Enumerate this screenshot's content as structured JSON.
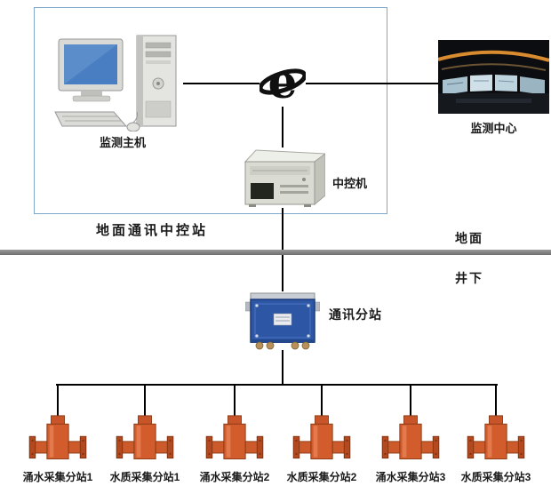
{
  "diagram": {
    "surface_section": {
      "box_label": "地面通讯中控站",
      "host_label": "监测主机",
      "center_label": "监测中心",
      "controller_label": "中控机"
    },
    "divider": {
      "above_label": "地面",
      "below_label": "井下"
    },
    "underground_section": {
      "substation_label": "通讯分站",
      "devices": [
        {
          "label": "涌水采集分站1"
        },
        {
          "label": "水质采集分站1"
        },
        {
          "label": "涌水采集分站2"
        },
        {
          "label": "水质采集分站2"
        },
        {
          "label": "涌水采集分站3"
        },
        {
          "label": "水质采集分站3"
        }
      ]
    },
    "colors": {
      "ground_box_border": "#7fa8cd",
      "divider_bar": "#7a7a7a",
      "connection_line": "#000000",
      "device_orange": "#cc5a2b",
      "substation_blue": "#2d56a5"
    }
  }
}
